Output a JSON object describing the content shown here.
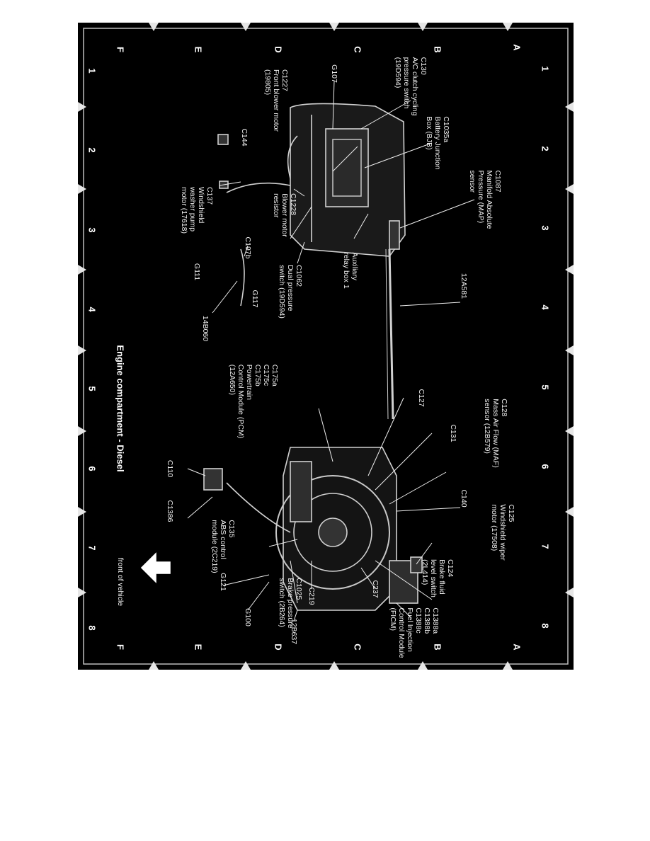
{
  "diagram": {
    "title": "Engine compartment - Diesel",
    "front_label": "front of vehicle",
    "grid": {
      "numbers": [
        "1",
        "2",
        "3",
        "4",
        "5",
        "6",
        "7",
        "8"
      ],
      "letters": [
        "A",
        "B",
        "C",
        "D",
        "E",
        "F"
      ]
    },
    "labels": [
      {
        "id": "c130",
        "text": "C130\nA/C clutch cycling\npressure switch\n(19D594)"
      },
      {
        "id": "g107",
        "text": "G107"
      },
      {
        "id": "c1227",
        "text": "C1227\nFront blower motor\n(19805)"
      },
      {
        "id": "c1035a",
        "text": "C1035a\nBattery Junction\nBox (BJB)"
      },
      {
        "id": "c144",
        "text": "C144"
      },
      {
        "id": "c1087",
        "text": "C1087\nManifold Absolute\nPressure (MAP)\nsensor"
      },
      {
        "id": "c137",
        "text": "C137\nWindshield\nwasher pump\nmotor (17618)"
      },
      {
        "id": "c1228",
        "text": "C1228\nBlower motor\nresistor"
      },
      {
        "id": "c197b",
        "text": "C197b"
      },
      {
        "id": "g111",
        "text": "G111"
      },
      {
        "id": "aux",
        "text": "Auxiliary\nrelay box 1"
      },
      {
        "id": "c1062",
        "text": "C1062\nDual pressure\nswitch (19D594)"
      },
      {
        "id": "g117",
        "text": "G117"
      },
      {
        "id": "h12a581",
        "text": "12A581"
      },
      {
        "id": "h14b060",
        "text": "14B060"
      },
      {
        "id": "c175",
        "text": "C175a\nC175c\nC175b\nPowertrain\nControl Module (PCM)\n(12A650)"
      },
      {
        "id": "c127",
        "text": "C127"
      },
      {
        "id": "c128",
        "text": "C128\nMass Air Flow (MAF)\nsensor (12B579)"
      },
      {
        "id": "c131",
        "text": "C131"
      },
      {
        "id": "c110",
        "text": "C110"
      },
      {
        "id": "c140",
        "text": "C140"
      },
      {
        "id": "c1386",
        "text": "C1386"
      },
      {
        "id": "c125",
        "text": "C125\nWindshield wiper\nmotor (17508)"
      },
      {
        "id": "c135",
        "text": "C135\nABS control\nmodule (2C219)"
      },
      {
        "id": "c124",
        "text": "C124\nBrake fluid\nlevel switch\n(2L414)"
      },
      {
        "id": "g121",
        "text": "G121"
      },
      {
        "id": "c237",
        "text": "C237"
      },
      {
        "id": "c219",
        "text": "C219"
      },
      {
        "id": "c1025",
        "text": "C1025\nBrake pressure\nswitch (2B264)"
      },
      {
        "id": "g100",
        "text": "G100"
      },
      {
        "id": "h12b637",
        "text": "12B637"
      },
      {
        "id": "c1388",
        "text": "C1388a\nC1388b\nC1388c\nFuel Injection\nControl Module\n(FICM)"
      }
    ]
  }
}
